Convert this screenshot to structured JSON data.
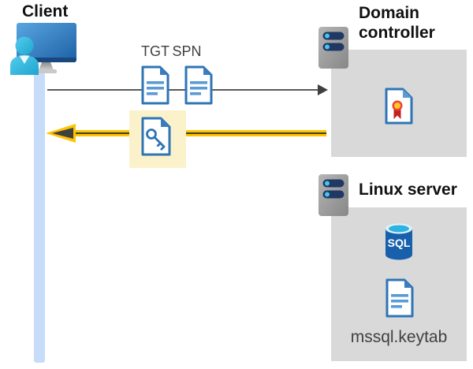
{
  "diagram": {
    "title_context": "Kerberos authentication flow",
    "client": {
      "label": "Client"
    },
    "tickets": {
      "tgt_label": "TGT",
      "spn_label": "SPN"
    },
    "domain_controller": {
      "label": "Domain controller"
    },
    "linux_server": {
      "label": "Linux server",
      "keytab_label": "mssql.keytab"
    },
    "sql_icon_text": "SQL",
    "icons": [
      "client-user-computer-icon",
      "document-icon-tgt",
      "document-icon-spn",
      "key-document-icon",
      "server-icon-domain-controller",
      "certificate-icon",
      "server-icon-linux",
      "sql-database-icon",
      "document-icon-keytab"
    ],
    "colors": {
      "doc_blue": "#2e75b6",
      "doc_fill_blue": "#5b9bd5",
      "zone_gray": "#d9d9d9",
      "highlight_yellow": "#fbf2cc",
      "arrow_yellow": "#ffc400",
      "arrow_gray": "#595959",
      "timeline_blue": "#c6dcf8",
      "server_bar_navy": "#1f3864",
      "server_dot_cyan": "#45c6ea",
      "sql_blue": "#1860ac",
      "cert_red": "#d93a30",
      "cert_gold": "#ffc81e",
      "text_dark": "#404040"
    }
  }
}
